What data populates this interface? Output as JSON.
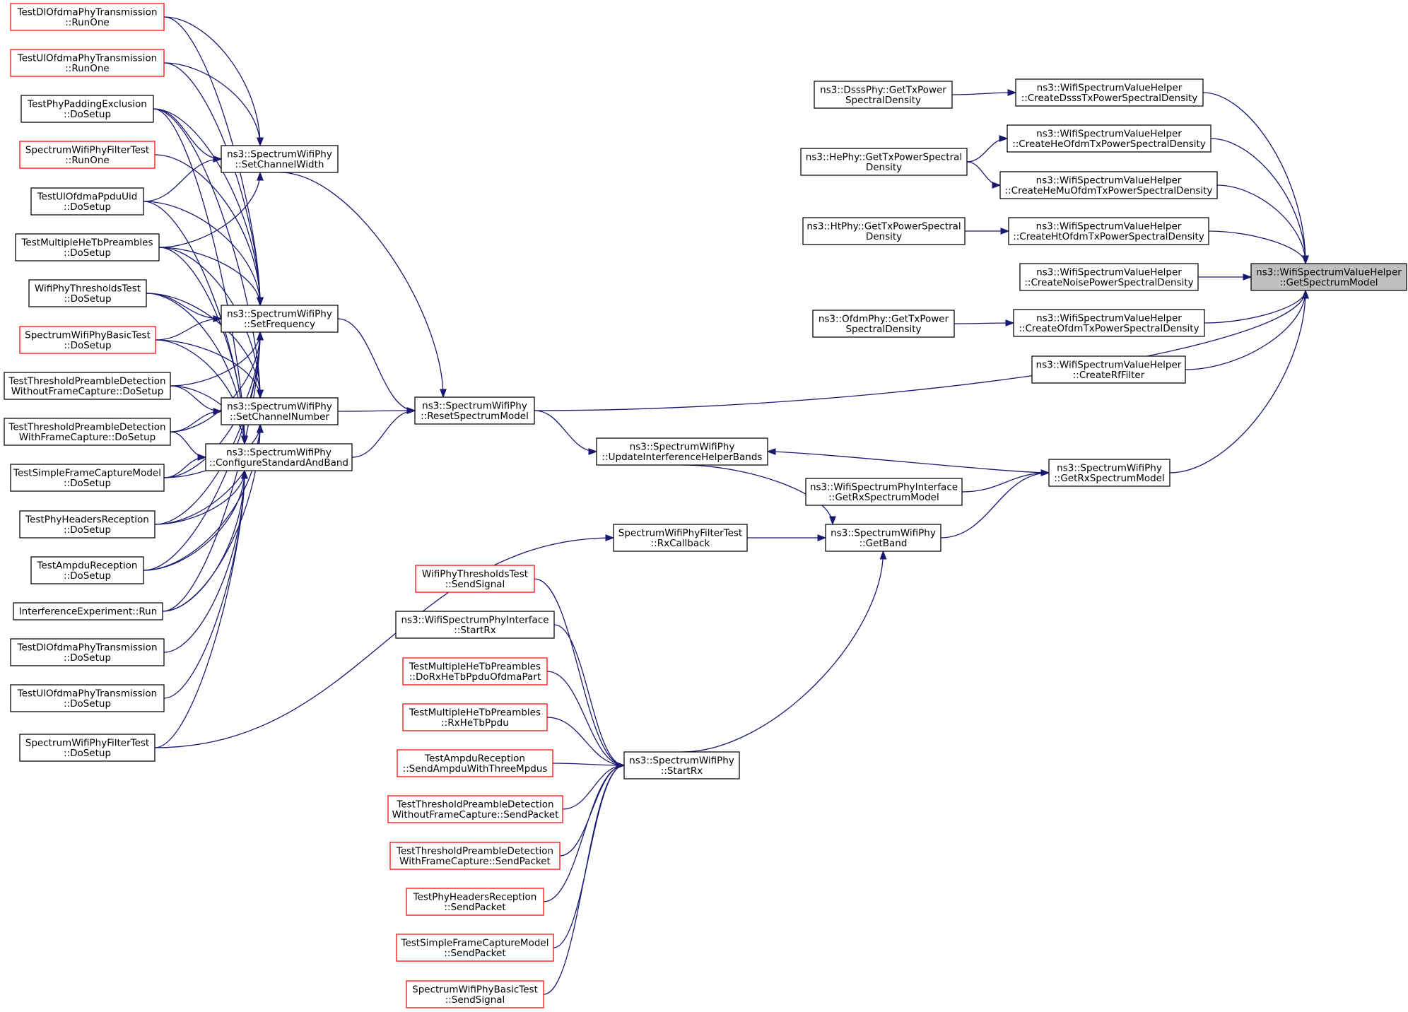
{
  "graph": {
    "kind": "caller-graph",
    "root": "n0",
    "colors": {
      "edge": "#191970",
      "default_border": "#000000",
      "truncated_border": "#ff0000",
      "root_fill": "#bfbfbf",
      "node_fill": "#ffffff"
    },
    "nodes": [
      {
        "id": "n0",
        "lines": [
          "ns3::WifiSpectrumValueHelper",
          "::GetSpectrumModel"
        ],
        "style": "root"
      },
      {
        "id": "n1",
        "lines": [
          "ns3::WifiSpectrumValueHelper",
          "::CreateDsssTxPowerSpectralDensity"
        ]
      },
      {
        "id": "n2",
        "lines": [
          "ns3::DsssPhy::GetTxPower",
          "SpectralDensity"
        ]
      },
      {
        "id": "n3",
        "lines": [
          "ns3::WifiSpectrumValueHelper",
          "::CreateHeOfdmTxPowerSpectralDensity"
        ]
      },
      {
        "id": "n4",
        "lines": [
          "ns3::HePhy::GetTxPowerSpectral",
          "Density"
        ]
      },
      {
        "id": "n5",
        "lines": [
          "ns3::WifiSpectrumValueHelper",
          "::CreateHeMuOfdmTxPowerSpectralDensity"
        ]
      },
      {
        "id": "n6",
        "lines": [
          "ns3::WifiSpectrumValueHelper",
          "::CreateHtOfdmTxPowerSpectralDensity"
        ]
      },
      {
        "id": "n7",
        "lines": [
          "ns3::HtPhy::GetTxPowerSpectral",
          "Density"
        ]
      },
      {
        "id": "n8",
        "lines": [
          "ns3::WifiSpectrumValueHelper",
          "::CreateNoisePowerSpectralDensity"
        ]
      },
      {
        "id": "n9",
        "lines": [
          "ns3::WifiSpectrumValueHelper",
          "::CreateOfdmTxPowerSpectralDensity"
        ]
      },
      {
        "id": "n10",
        "lines": [
          "ns3::OfdmPhy::GetTxPower",
          "SpectralDensity"
        ]
      },
      {
        "id": "n11",
        "lines": [
          "ns3::WifiSpectrumValueHelper",
          "::CreateRfFilter"
        ]
      },
      {
        "id": "n12",
        "lines": [
          "ns3::SpectrumWifiPhy",
          "::ResetSpectrumModel"
        ]
      },
      {
        "id": "n13",
        "lines": [
          "ns3::SpectrumWifiPhy",
          "::SetChannelWidth"
        ]
      },
      {
        "id": "n14",
        "lines": [
          "ns3::SpectrumWifiPhy",
          "::SetFrequency"
        ]
      },
      {
        "id": "n15",
        "lines": [
          "ns3::SpectrumWifiPhy",
          "::SetChannelNumber"
        ]
      },
      {
        "id": "n16",
        "lines": [
          "ns3::SpectrumWifiPhy",
          "::ConfigureStandardAndBand"
        ]
      },
      {
        "id": "n17",
        "lines": [
          "ns3::SpectrumWifiPhy",
          "::UpdateInterferenceHelperBands"
        ]
      },
      {
        "id": "n18",
        "lines": [
          "ns3::SpectrumWifiPhy",
          "::GetRxSpectrumModel"
        ]
      },
      {
        "id": "n19",
        "lines": [
          "ns3::WifiSpectrumPhyInterface",
          "::GetRxSpectrumModel"
        ]
      },
      {
        "id": "n20",
        "lines": [
          "ns3::SpectrumWifiPhy",
          "::GetBand"
        ]
      },
      {
        "id": "n21",
        "lines": [
          "SpectrumWifiPhyFilterTest",
          "::RxCallback"
        ]
      },
      {
        "id": "n22",
        "lines": [
          "ns3::SpectrumWifiPhy",
          "::StartRx"
        ]
      },
      {
        "id": "n23",
        "lines": [
          "TestDlOfdmaPhyTransmission",
          "::RunOne"
        ],
        "style": "red"
      },
      {
        "id": "n24",
        "lines": [
          "TestUlOfdmaPhyTransmission",
          "::RunOne"
        ],
        "style": "red"
      },
      {
        "id": "n25",
        "lines": [
          "TestPhyPaddingExclusion",
          "::DoSetup"
        ]
      },
      {
        "id": "n26",
        "lines": [
          "SpectrumWifiPhyFilterTest",
          "::RunOne"
        ],
        "style": "red"
      },
      {
        "id": "n27",
        "lines": [
          "TestUlOfdmaPpduUid",
          "::DoSetup"
        ]
      },
      {
        "id": "n28",
        "lines": [
          "TestMultipleHeTbPreambles",
          "::DoSetup"
        ]
      },
      {
        "id": "n29",
        "lines": [
          "WifiPhyThresholdsTest",
          "::DoSetup"
        ]
      },
      {
        "id": "n30",
        "lines": [
          "SpectrumWifiPhyBasicTest",
          "::DoSetup"
        ],
        "style": "red"
      },
      {
        "id": "n31",
        "lines": [
          "TestThresholdPreambleDetection",
          "WithoutFrameCapture::DoSetup"
        ]
      },
      {
        "id": "n32",
        "lines": [
          "TestThresholdPreambleDetection",
          "WithFrameCapture::DoSetup"
        ]
      },
      {
        "id": "n33",
        "lines": [
          "TestSimpleFrameCaptureModel",
          "::DoSetup"
        ]
      },
      {
        "id": "n34",
        "lines": [
          "TestPhyHeadersReception",
          "::DoSetup"
        ]
      },
      {
        "id": "n35",
        "lines": [
          "TestAmpduReception",
          "::DoSetup"
        ]
      },
      {
        "id": "n36",
        "lines": [
          "InterferenceExperiment::Run"
        ]
      },
      {
        "id": "n37",
        "lines": [
          "TestDlOfdmaPhyTransmission",
          "::DoSetup"
        ]
      },
      {
        "id": "n38",
        "lines": [
          "TestUlOfdmaPhyTransmission",
          "::DoSetup"
        ]
      },
      {
        "id": "n39",
        "lines": [
          "SpectrumWifiPhyFilterTest",
          "::DoSetup"
        ]
      },
      {
        "id": "n40",
        "lines": [
          "WifiPhyThresholdsTest",
          "::SendSignal"
        ],
        "style": "red"
      },
      {
        "id": "n41",
        "lines": [
          "ns3::WifiSpectrumPhyInterface",
          "::StartRx"
        ]
      },
      {
        "id": "n42",
        "lines": [
          "TestMultipleHeTbPreambles",
          "::DoRxHeTbPpduOfdmaPart"
        ],
        "style": "red"
      },
      {
        "id": "n43",
        "lines": [
          "TestMultipleHeTbPreambles",
          "::RxHeTbPpdu"
        ],
        "style": "red"
      },
      {
        "id": "n44",
        "lines": [
          "TestAmpduReception",
          "::SendAmpduWithThreeMpdus"
        ],
        "style": "red"
      },
      {
        "id": "n45",
        "lines": [
          "TestThresholdPreambleDetection",
          "WithoutFrameCapture::SendPacket"
        ],
        "style": "red"
      },
      {
        "id": "n46",
        "lines": [
          "TestThresholdPreambleDetection",
          "WithFrameCapture::SendPacket"
        ],
        "style": "red"
      },
      {
        "id": "n47",
        "lines": [
          "TestPhyHeadersReception",
          "::SendPacket"
        ],
        "style": "red"
      },
      {
        "id": "n48",
        "lines": [
          "TestSimpleFrameCaptureModel",
          "::SendPacket"
        ],
        "style": "red"
      },
      {
        "id": "n49",
        "lines": [
          "SpectrumWifiPhyBasicTest",
          "::SendSignal"
        ],
        "style": "red"
      }
    ],
    "edges": [
      [
        "n2",
        "n1"
      ],
      [
        "n4",
        "n3"
      ],
      [
        "n4",
        "n5"
      ],
      [
        "n7",
        "n6"
      ],
      [
        "n10",
        "n9"
      ],
      [
        "n1",
        "n0"
      ],
      [
        "n3",
        "n0"
      ],
      [
        "n5",
        "n0"
      ],
      [
        "n6",
        "n0"
      ],
      [
        "n8",
        "n0"
      ],
      [
        "n9",
        "n0"
      ],
      [
        "n11",
        "n0"
      ],
      [
        "n12",
        "n0"
      ],
      [
        "n18",
        "n0"
      ],
      [
        "n13",
        "n12"
      ],
      [
        "n14",
        "n12"
      ],
      [
        "n15",
        "n12"
      ],
      [
        "n16",
        "n12"
      ],
      [
        "n12",
        "n17"
      ],
      [
        "n18",
        "n17"
      ],
      [
        "n17",
        "n20"
      ],
      [
        "n19",
        "n18"
      ],
      [
        "n20",
        "n18"
      ],
      [
        "n21",
        "n20"
      ],
      [
        "n22",
        "n20"
      ],
      [
        "n39",
        "n21"
      ],
      [
        "n40",
        "n22"
      ],
      [
        "n41",
        "n22"
      ],
      [
        "n42",
        "n22"
      ],
      [
        "n43",
        "n22"
      ],
      [
        "n44",
        "n22"
      ],
      [
        "n45",
        "n22"
      ],
      [
        "n46",
        "n22"
      ],
      [
        "n47",
        "n22"
      ],
      [
        "n48",
        "n22"
      ],
      [
        "n49",
        "n22"
      ],
      [
        "n23",
        "n13"
      ],
      [
        "n24",
        "n13"
      ],
      [
        "n25",
        "n13"
      ],
      [
        "n27",
        "n13"
      ],
      [
        "n28",
        "n13"
      ],
      [
        "n23",
        "n14"
      ],
      [
        "n24",
        "n14"
      ],
      [
        "n25",
        "n14"
      ],
      [
        "n26",
        "n14"
      ],
      [
        "n27",
        "n14"
      ],
      [
        "n28",
        "n14"
      ],
      [
        "n29",
        "n14"
      ],
      [
        "n30",
        "n14"
      ],
      [
        "n31",
        "n14"
      ],
      [
        "n32",
        "n14"
      ],
      [
        "n33",
        "n14"
      ],
      [
        "n34",
        "n14"
      ],
      [
        "n35",
        "n14"
      ],
      [
        "n36",
        "n14"
      ],
      [
        "n25",
        "n15"
      ],
      [
        "n28",
        "n15"
      ],
      [
        "n29",
        "n15"
      ],
      [
        "n30",
        "n15"
      ],
      [
        "n31",
        "n15"
      ],
      [
        "n32",
        "n15"
      ],
      [
        "n33",
        "n15"
      ],
      [
        "n34",
        "n15"
      ],
      [
        "n35",
        "n15"
      ],
      [
        "n36",
        "n15"
      ],
      [
        "n25",
        "n16"
      ],
      [
        "n27",
        "n16"
      ],
      [
        "n28",
        "n16"
      ],
      [
        "n29",
        "n16"
      ],
      [
        "n30",
        "n16"
      ],
      [
        "n31",
        "n16"
      ],
      [
        "n32",
        "n16"
      ],
      [
        "n33",
        "n16"
      ],
      [
        "n34",
        "n16"
      ],
      [
        "n35",
        "n16"
      ],
      [
        "n36",
        "n16"
      ],
      [
        "n37",
        "n16"
      ],
      [
        "n38",
        "n16"
      ],
      [
        "n39",
        "n16"
      ]
    ]
  }
}
